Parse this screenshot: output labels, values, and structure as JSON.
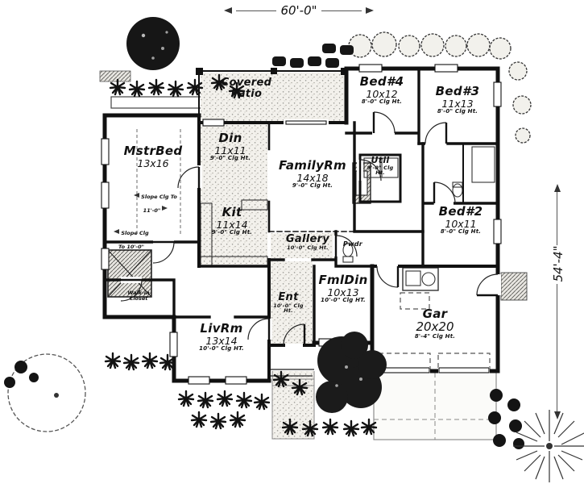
{
  "dims": {
    "width": "60'-0\"",
    "depth": "54'-4\""
  },
  "colors": {
    "ink": "#111111",
    "paper": "#ffffff"
  },
  "rooms": {
    "patio": {
      "name": "Covered Patio"
    },
    "bed4": {
      "name": "Bed#4",
      "size": "10x12",
      "clg": "8'-0\" Clg Ht."
    },
    "bed3": {
      "name": "Bed#3",
      "size": "11x13",
      "clg": "8'-0\" Clg Ht."
    },
    "mstrbed": {
      "name": "MstrBed",
      "size": "13x16",
      "slope": "Slope Clg To 11'-0\""
    },
    "din": {
      "name": "Din",
      "size": "11x11",
      "clg": "9'-0\" Clg Ht."
    },
    "familyrm": {
      "name": "FamilyRm",
      "size": "14x18",
      "clg": "9'-0\" Clg Ht."
    },
    "util": {
      "name": "Util",
      "clg": "9'-0\" Clg Ht."
    },
    "bed2": {
      "name": "Bed#2",
      "size": "10x11",
      "clg": "8'-0\" Clg Ht."
    },
    "kit": {
      "name": "Kit",
      "size": "11x14",
      "clg": "9'-0\" Clg Ht."
    },
    "gallery": {
      "name": "Gallery",
      "clg": "10'-0\" Clg Ht."
    },
    "pwdr": {
      "name": "Pwdr"
    },
    "bath": {
      "slope": "Slope Clg To 10'-0\""
    },
    "walkin": {
      "name": "Walk-in Closet"
    },
    "fmldin": {
      "name": "FmlDin",
      "size": "10x13",
      "clg": "10'-0\" Clg HT."
    },
    "ent": {
      "name": "Ent",
      "clg": "10'-0\" Clg Ht."
    },
    "livrm": {
      "name": "LivRm",
      "size": "13x14",
      "clg": "10'-0\" Clg HT."
    },
    "gar": {
      "name": "Gar",
      "size": "20x20",
      "clg": "8'-4\" Clg Ht."
    }
  }
}
